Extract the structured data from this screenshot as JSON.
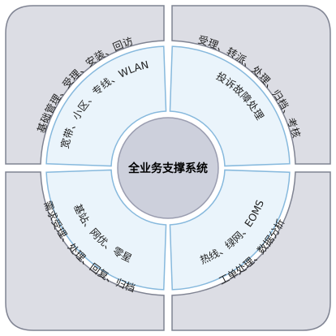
{
  "center": {
    "label": "全业务支撑系统"
  },
  "inner": {
    "top_left": "宽带、小区、专线、WLAN",
    "top_right": "投诉故障处理",
    "bottom_left": "基站、网优、零星",
    "bottom_right": "热线、绿网、EOMS"
  },
  "outer": {
    "top_left": "基础管理、受理、安装、回访",
    "top_right": "受理、转派、处理、归档、考核",
    "bottom_left": "需求受理、处理、回复、归档",
    "bottom_right": "工单处理、数据分析"
  },
  "colors": {
    "outer_fill": "#dcdde4",
    "outer_stroke": "#7f8392",
    "inner_fill": "#eaf4fb",
    "inner_stroke": "#87b9dd",
    "center_fill": "#cdd0dc",
    "center_stroke": "#9a9db0"
  }
}
